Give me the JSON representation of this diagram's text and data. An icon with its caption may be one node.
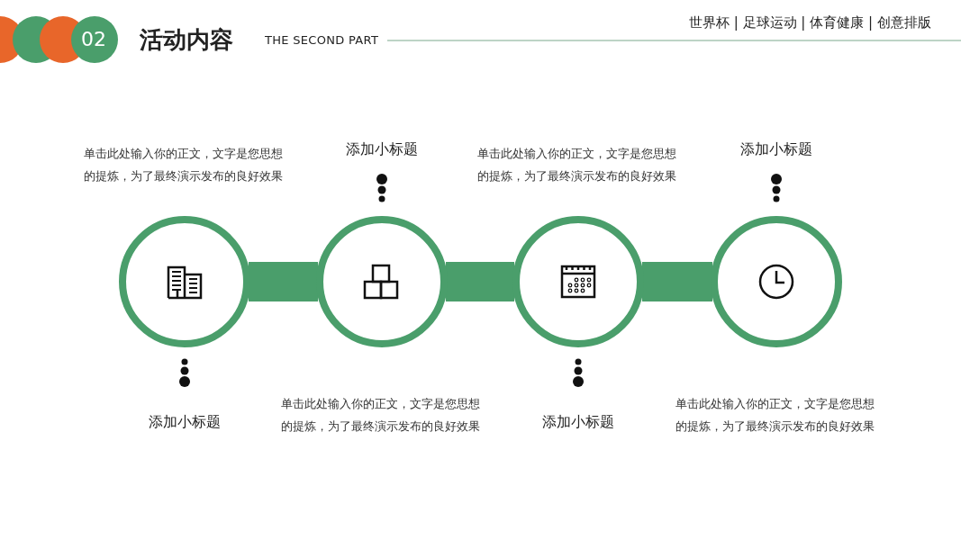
{
  "diagram": {
    "title": "活动内容",
    "nodes": [
      {
        "text": [],
        "shape": "circle"
      },
      {
        "text": [],
        "shape": "circle"
      },
      {
        "text": [],
        "shape": "circle"
      },
      {
        "text": [],
        "shape": "circle"
      }
    ],
    "edges": [
      {
        "from": 0,
        "to": 1,
        "arrow": "none"
      },
      {
        "from": 1,
        "to": 2,
        "arrow": "none"
      },
      {
        "from": 2,
        "to": 3,
        "arrow": "none"
      }
    ],
    "labels": [
      "02",
      "THE SECOND PART",
      "世界杯 | 足球运动 | 体育健康 | 创意排版",
      "单击此处输入你的正文，文字是您思想的提炼，为了最终演示发布的良好效果",
      "添加小标题",
      "单击此处输入你的正文，文字是您思想的提炼，为了最终演示发布的良好效果",
      "添加小标题",
      "添加小标题",
      "单击此处输入你的正文，文字是您思想的提炼，为了最终演示发布的良好效果",
      "添加小标题",
      "单击此处输入你的正文，文字是您思想的提炼，为了最终演示发布的良好效果"
    ]
  }
}
